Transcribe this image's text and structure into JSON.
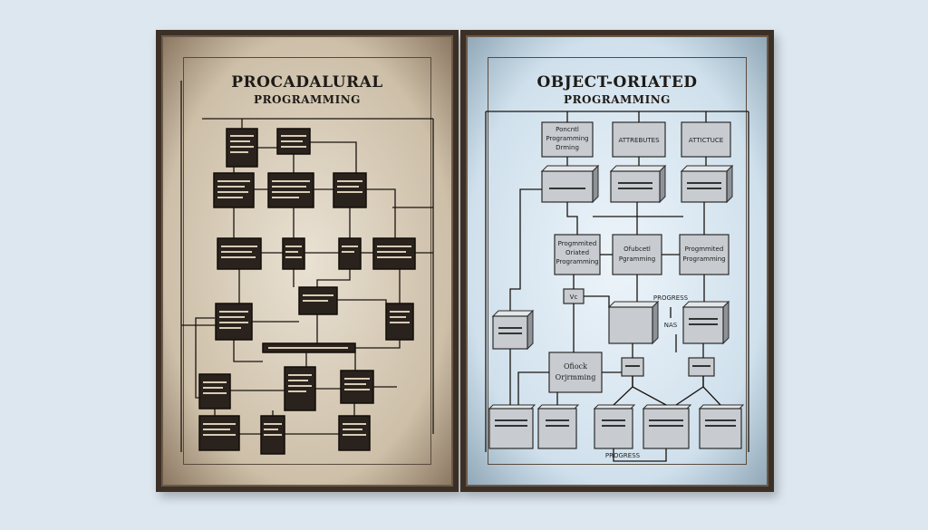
{
  "left_panel": {
    "title_line1": "PROCADALURAL",
    "title_line2": "PROGRAMMING"
  },
  "right_panel": {
    "title_line1": "OBJECT-ORIATED",
    "title_line2": "PROGRAMMING",
    "nodes": {
      "top1": [
        "Poncntl",
        "Programming",
        "Drming"
      ],
      "top2": "ATTREBUTES",
      "top3": "ATTICTUCE",
      "mid1": [
        "Progmmited",
        "Oriated",
        "Programming"
      ],
      "mid2": [
        "Ofubcetl",
        "Pgramming"
      ],
      "mid3": [
        "Progmmited",
        "Programming"
      ],
      "obj": [
        "Ofiock",
        "Orjrmming"
      ],
      "small_v": "Vc",
      "side_label1": "PROGRESS",
      "side_label2": "NAS",
      "bottom_label": "PROGRESS"
    }
  },
  "colors": {
    "background": "#dde7f0",
    "frame": "#3c3026",
    "proc_box": "#2a221c",
    "oop_box": "#c8ccd0"
  }
}
